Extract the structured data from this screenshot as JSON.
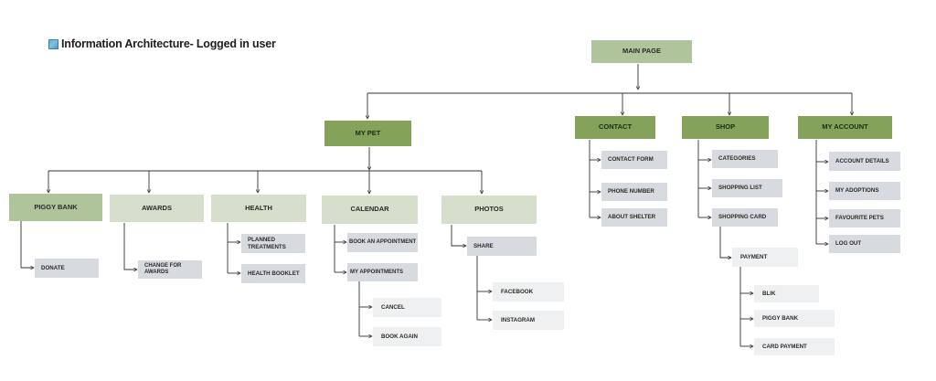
{
  "title": "Information Architecture- Logged in user",
  "nodes": {
    "main": "MAIN PAGE",
    "my_pet": "MY PET",
    "contact": "CONTACT",
    "shop": "SHOP",
    "my_account": "MY ACCOUNT",
    "piggy_bank": "PIGGY BANK",
    "awards": "AWARDS",
    "health": "HEALTH",
    "calendar": "CALENDAR",
    "photos": "PHOTOS",
    "donate": "DONATE",
    "change_for_awards": "CHANGE FOR AWARDS",
    "planned_treatments": "PLANNED TREATMENTS",
    "health_booklet": "HEALTH BOOKLET",
    "book_an_appointment": "BOOK AN APPOINTMENT",
    "my_appointments": "MY APPOINTMENTS",
    "cancel": "CANCEL",
    "book_again": "BOOK AGAIN",
    "share": "SHARE",
    "facebook": "FACEBOOK",
    "instagram": "INSTAGRAM",
    "contact_form": "CONTACT FORM",
    "phone_number": "PHONE NUMBER",
    "about_shelter": "ABOUT SHELTER",
    "categories": "CATEGORIES",
    "shopping_list": "SHOPPING LIST",
    "shopping_card": "SHOPPING CARD",
    "payment": "PAYMENT",
    "blik": "BLIK",
    "piggy_bank_payment": "PIGGY BANK",
    "card_payment": "CARD PAYMENT",
    "account_details": "ACCOUNT DETAILS",
    "my_adoptions": "MY ADOPTIONS",
    "favourite_pets": "FAVOURITE PETS",
    "log_out": "LOG OUT"
  },
  "colors": {
    "level1": "#85a25b",
    "level2": "#afc49a",
    "level2_health": "#d5dfcb",
    "level3": "#d7dade",
    "level4": "#eff0f1",
    "connector": "#333333"
  }
}
